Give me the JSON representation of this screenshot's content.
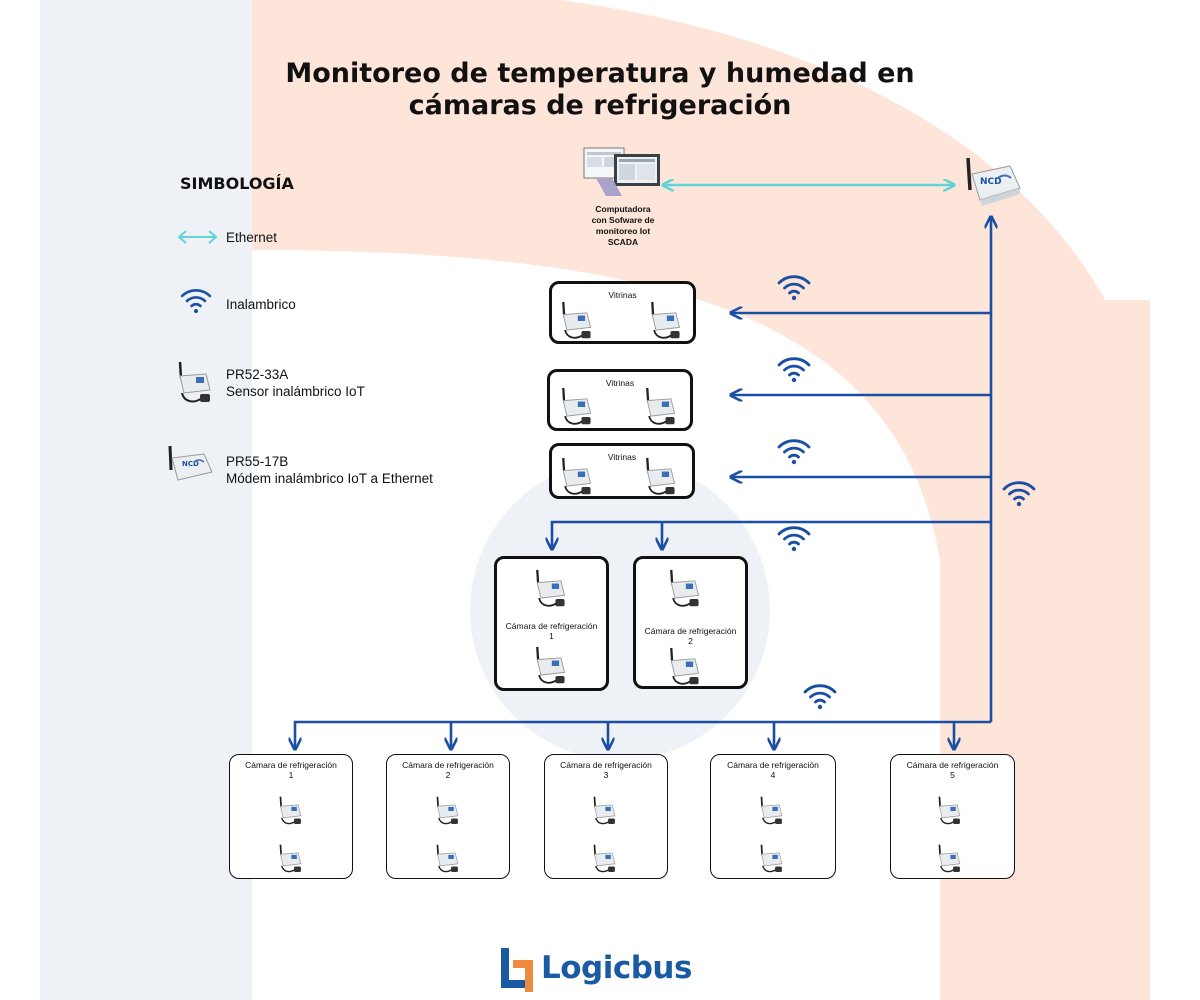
{
  "title_line1": "Monitoreo de temperatura y humedad en",
  "title_line2": "cámaras de refrigeración",
  "legend": {
    "heading": "SIMBOLOGÍA",
    "ethernet": "Ethernet",
    "wireless": "Inalambrico",
    "sensor_model": "PR52-33A",
    "sensor_desc": "Sensor inalámbrico IoT",
    "modem_model": "PR55-17B",
    "modem_desc": "Módem inalámbrico IoT a Ethernet"
  },
  "computer_label": [
    "Computadora",
    "con Sofware de",
    "monitoreo Iot",
    "SCADA"
  ],
  "vitrinas": [
    "Vitrinas",
    "Vitrinas",
    "Vitrinas"
  ],
  "middle_chambers": [
    {
      "name": "Cámara de refrigeración",
      "number": "1"
    },
    {
      "name": "Cámara de refrigeración",
      "number": "2"
    }
  ],
  "bottom_chambers": [
    {
      "name": "Cámara de refrigeración",
      "number": "1"
    },
    {
      "name": "Cámara de refrigeración",
      "number": "2"
    },
    {
      "name": "Cámara de refrigeración",
      "number": "3"
    },
    {
      "name": "Cámara de refrigeración",
      "number": "4"
    },
    {
      "name": "Cámara de refrigeración",
      "number": "5"
    }
  ],
  "brand": "Logicbus",
  "colors": {
    "ethernet": "#5fd3d6",
    "wireless": "#1a4fa3",
    "line": "#1a4fa3",
    "bg_peach": "#fde4d6",
    "bg_grey": "#e8edf3"
  }
}
